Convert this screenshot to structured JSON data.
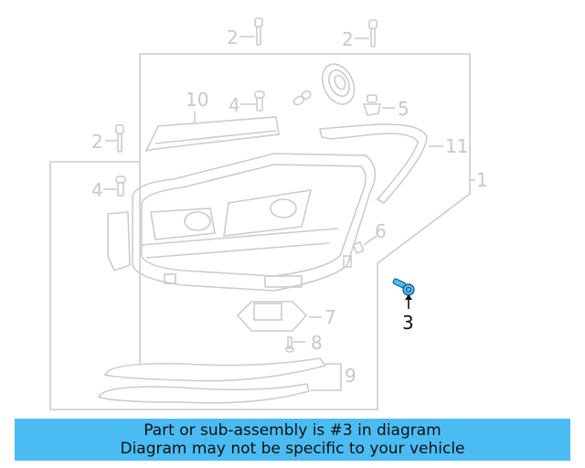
{
  "diagram": {
    "highlight_color": "#4bbcf3",
    "line_color": "#cccccc",
    "active_color": "#111111",
    "callouts": [
      {
        "id": "c2a",
        "label": "2"
      },
      {
        "id": "c2b",
        "label": "2"
      },
      {
        "id": "c10",
        "label": "10"
      },
      {
        "id": "c4a",
        "label": "4"
      },
      {
        "id": "c5",
        "label": "5"
      },
      {
        "id": "c2c",
        "label": "2"
      },
      {
        "id": "c11",
        "label": "11"
      },
      {
        "id": "c1",
        "label": "1"
      },
      {
        "id": "c4b",
        "label": "4"
      },
      {
        "id": "c6",
        "label": "6"
      },
      {
        "id": "c3",
        "label": "3"
      },
      {
        "id": "c7",
        "label": "7"
      },
      {
        "id": "c8",
        "label": "8"
      },
      {
        "id": "c9",
        "label": "9"
      }
    ],
    "highlighted_part": "3"
  },
  "banner": {
    "line1": "Part or sub-assembly is #3 in diagram",
    "line2": "Diagram may not be specific to your vehicle"
  }
}
